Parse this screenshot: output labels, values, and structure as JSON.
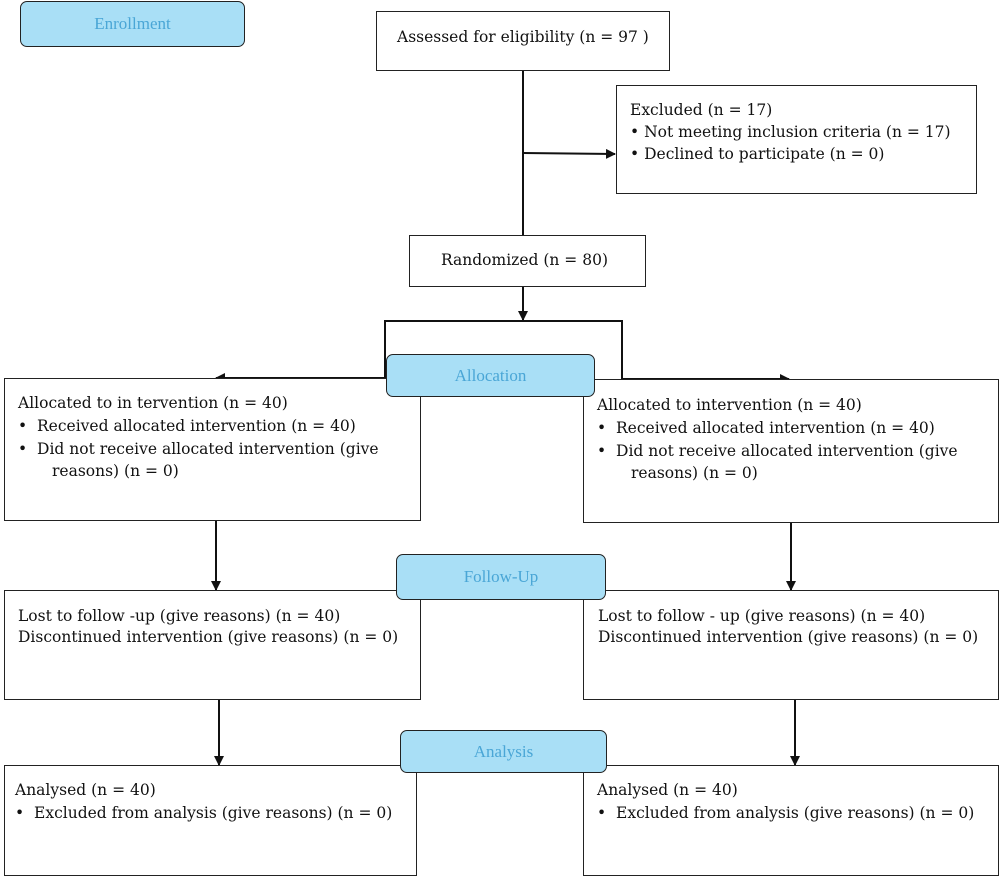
{
  "stages": {
    "enrollment": "Enrollment",
    "allocation": "Allocation",
    "follow_up": "Follow-Up",
    "analysis": "Analysis"
  },
  "assessed": {
    "text": "Assessed for eligibility (n = 97 )"
  },
  "excluded": {
    "title": "Excluded  (n = 17)",
    "items": [
      "Not meeting inclusion criteria (n = 17)",
      "Declined to participate (n = 0)"
    ]
  },
  "randomized": {
    "text": "Randomized (n = 80)"
  },
  "allocation": {
    "left": {
      "title": "Allocated to in  tervention (n = 40)",
      "item1": "Received allocated intervention (n = 40)",
      "item2a": "Did not receive allocated intervention (give",
      "item2b": "reasons) (n = 0)"
    },
    "right": {
      "title": "Allocated to intervention (n = 40)",
      "item1": "Received allocated intervention (n = 40)",
      "item2a": "Did not receive allocated intervention (give",
      "item2b": "reasons) (n = 0)"
    }
  },
  "follow_up": {
    "left": {
      "line1": "Lost to follow -up (give reasons) (n = 40)",
      "line2": "Discontinued intervention (give reasons) (n = 0)"
    },
    "right": {
      "line1": "Lost to follow - up (give reasons) (n = 40)",
      "line2": "Discontinued intervention (give reasons) (n = 0)"
    }
  },
  "analysis": {
    "left": {
      "title": "Analysed  (n = 40)",
      "item1": "Excluded from analysis (give reasons) (n = 0)"
    },
    "right": {
      "title": "Analysed  (n = 40)",
      "item1": "Excluded from analysis (give reasons) (n = 0)"
    }
  },
  "bullet": "•"
}
